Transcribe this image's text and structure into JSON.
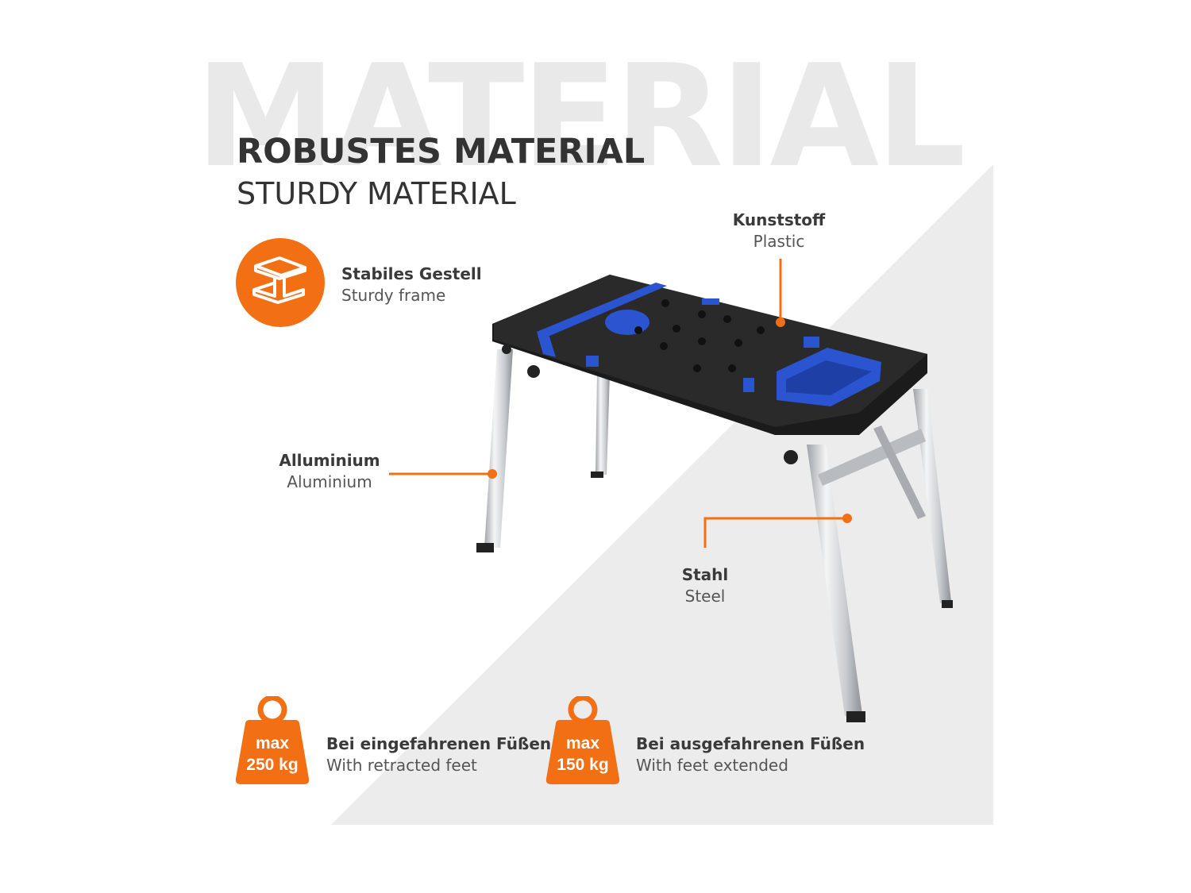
{
  "colors": {
    "accent": "#f26f14",
    "panel": "#ececec",
    "dark": "#333333",
    "blue": "#2b55d0"
  },
  "background_word": "MATERIAL",
  "heading": {
    "de": "ROBUSTES MATERIAL",
    "en": "STURDY MATERIAL"
  },
  "frame_feature": {
    "icon": "steel-beam-icon",
    "de": "Stabiles Gestell",
    "en": "Sturdy frame"
  },
  "callouts": {
    "plastic": {
      "de": "Kunststoff",
      "en": "Plastic"
    },
    "aluminium": {
      "de": "Alluminium",
      "en": "Aluminium"
    },
    "steel": {
      "de": "Stahl",
      "en": "Steel"
    }
  },
  "loads": [
    {
      "icon": "weight-icon",
      "line1": "max",
      "line2": "250 kg",
      "de": "Bei eingefahrenen Füßen",
      "en": "With retracted feet"
    },
    {
      "icon": "weight-icon",
      "line1": "max",
      "line2": "150 kg",
      "de": "Bei ausgefahrenen Füßen",
      "en": "With feet extended"
    }
  ]
}
